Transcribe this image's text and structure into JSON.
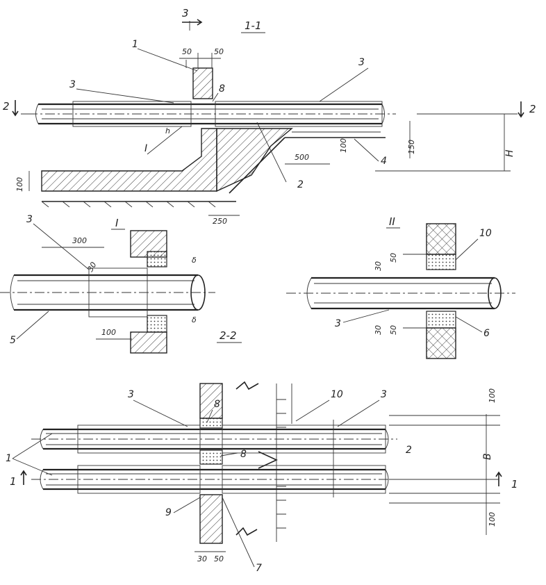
{
  "section_1_1": {
    "title": "1-1",
    "cut_mark": "3",
    "cut_2_left": "2",
    "cut_2_right": "2",
    "callout_1": "1",
    "callout_2": "2",
    "callout_3_left": "3",
    "callout_3_right": "3",
    "callout_4": "4",
    "callout_8": "8",
    "detail_ref": "I",
    "dim_50_left": "50",
    "dim_50_right": "50",
    "dim_h": "h",
    "dim_500": "500",
    "dim_100_right": "100",
    "dim_150": "150",
    "dim_H": "H",
    "dim_100_left": "100",
    "dim_250": "250"
  },
  "detail_I": {
    "title": "I",
    "callout_3": "3",
    "callout_5": "5",
    "dim_300": "300",
    "dim_30": "30",
    "dim_100": "100",
    "dim_delta_top": "δ",
    "dim_delta_bottom": "δ"
  },
  "detail_II": {
    "title": "II",
    "callout_10": "10",
    "callout_3": "3",
    "callout_6": "6",
    "dim_50_top": "50",
    "dim_30_top": "30",
    "dim_30_bottom": "30",
    "dim_50_bottom": "50"
  },
  "section_2_2": {
    "title": "2-2",
    "callout_3_left": "3",
    "callout_3_right": "3",
    "callout_8_top": "8",
    "callout_8_mid": "8",
    "callout_10": "10",
    "callout_2": "2",
    "callout_1": "1",
    "callout_9": "9",
    "callout_7": "7",
    "cut_1_left": "1",
    "cut_1_right": "1",
    "dim_100_top": "100",
    "dim_B": "B",
    "dim_100_bottom": "100",
    "dim_30": "30",
    "dim_50": "50"
  }
}
